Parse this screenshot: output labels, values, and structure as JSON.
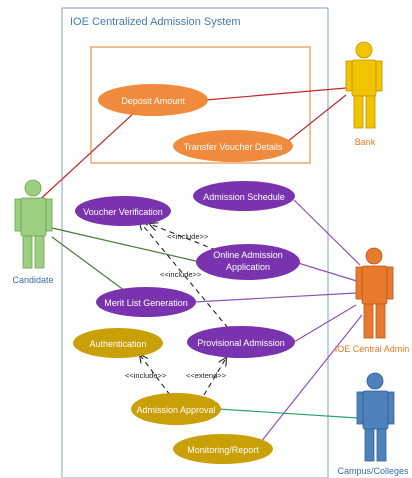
{
  "system": {
    "title": "IOE Centralized Admission System"
  },
  "actors": {
    "candidate": "Candidate",
    "bank": "Bank",
    "admin": "IOE Central Admin",
    "campus": "Campus/Colleges"
  },
  "use_cases": {
    "deposit": "Deposit Amount",
    "transfer": "Transfer Voucher Details",
    "schedule": "Admission Schedule",
    "voucher": "Voucher Verification",
    "online": [
      "Online Admission",
      "Application"
    ],
    "merit": "Merit List Generation",
    "auth": "Authentication",
    "provisional": "Provisional Admission",
    "approval": "Admission Approval",
    "monitoring": "Monitoring/Report"
  },
  "relations": {
    "include_1": "<<include>>",
    "include_2": "<<include>>",
    "include_3": "<<include>>",
    "extend_1": "<<extend>>"
  },
  "colors": {
    "orange": "#f08a3c",
    "purple": "#7a33ae",
    "gold": "#caa008",
    "candidate": "#9ccf7f",
    "bank": "#f2c400",
    "admin": "#e87a2d",
    "campus": "#4f82bd",
    "frame": "#8aa3c2",
    "box": "#e07b28"
  }
}
